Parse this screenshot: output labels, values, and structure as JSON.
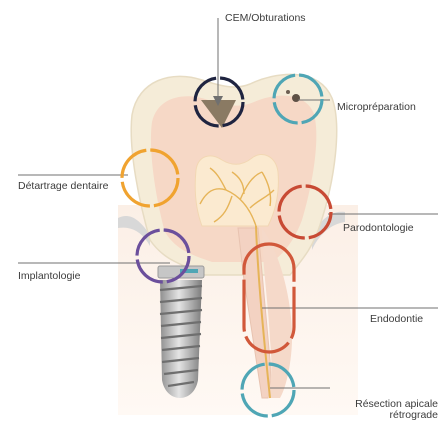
{
  "labels": {
    "cem_obturations": "CEM/Obturations",
    "micropreparation": "Micropréparation",
    "detartrage": "Détartrage dentaire",
    "parodontologie": "Parodontologie",
    "implantologie": "Implantologie",
    "endodontie": "Endodontie",
    "resection_line1": "Résection apicale",
    "resection_line2": "rétrograde"
  },
  "colors": {
    "cem": "#1f2440",
    "micro": "#4fa6b5",
    "detartrage": "#f0a330",
    "paro": "#c84a34",
    "implanto": "#6b4f9c",
    "endo": "#d1583a",
    "resection": "#4fa6b5",
    "enamel": "#f7ecd6",
    "dentin": "#f6dccb",
    "pulp": "#f9e6c8",
    "nerve": "#e7b255",
    "gum": "#d9d9d9",
    "bone": "#fbeee6"
  }
}
